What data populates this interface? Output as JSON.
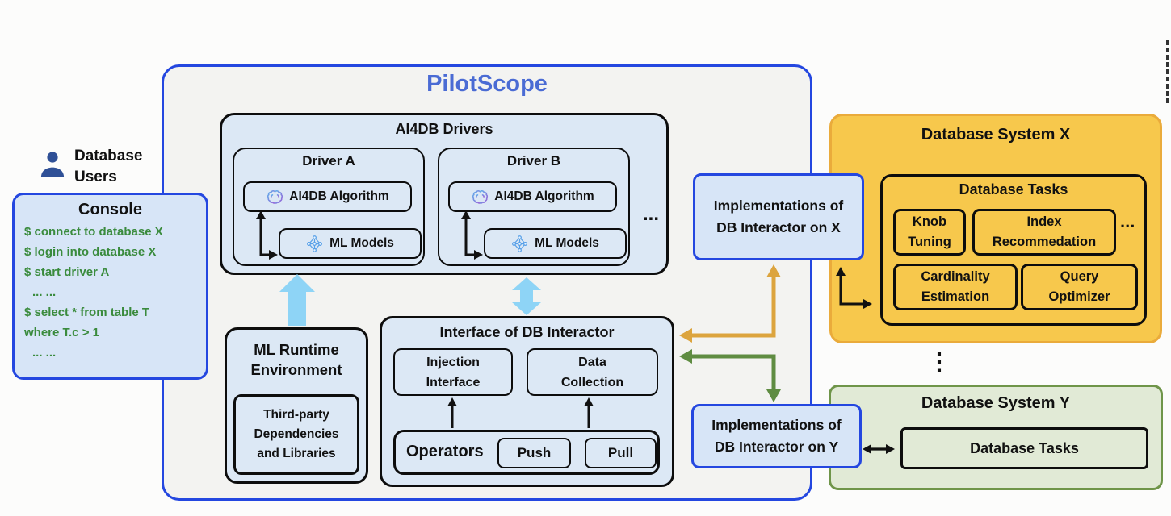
{
  "colors": {
    "pilotscope_border": "#2447e0",
    "pilotscope_title": "#4a6bd4",
    "light_blue_fill": "#dce8f5",
    "console_text_green": "#3a8b3d",
    "sky_arrow": "#8ed4f6",
    "orange_arrow": "#dca43e",
    "green_arrow": "#5f8c42",
    "system_x_fill": "#f7c84c",
    "system_x_border": "#eaab3b",
    "system_y_fill": "#e1ead6",
    "system_y_border": "#6f9549",
    "person_icon": "#2f5096"
  },
  "users_label": "Database Users",
  "console": {
    "title": "Console",
    "lines": [
      "$ connect to database X",
      "$ login into database X",
      "$ start driver A",
      "... ...",
      "$ select * from table T",
      "where T.c > 1",
      "... ..."
    ]
  },
  "pilotscope": {
    "title": "PilotScope",
    "drivers_panel": {
      "title": "AI4DB Drivers",
      "drivers": [
        {
          "name": "Driver A",
          "algorithm": "AI4DB Algorithm",
          "models": "ML Models"
        },
        {
          "name": "Driver B",
          "algorithm": "AI4DB Algorithm",
          "models": "ML Models"
        }
      ],
      "more": "..."
    },
    "ml_runtime": {
      "title": "ML Runtime Environment",
      "dependencies": "Third-party Dependencies and Libraries"
    },
    "interactor": {
      "title": "Interface of DB Interactor",
      "injection": "Injection Interface",
      "collection": "Data Collection",
      "operators": "Operators",
      "push": "Push",
      "pull": "Pull"
    }
  },
  "implementations": {
    "x": "Implementations of DB Interactor on X",
    "y": "Implementations of DB Interactor on Y"
  },
  "system_x": {
    "title": "Database System X",
    "tasks_title": "Database Tasks",
    "tasks": [
      "Knob Tuning",
      "Index Recommedation",
      "Cardinality Estimation",
      "Query Optimizer"
    ],
    "more": "..."
  },
  "between_systems_ellipsis": "⋮",
  "system_y": {
    "title": "Database System Y",
    "tasks_title": "Database Tasks"
  }
}
